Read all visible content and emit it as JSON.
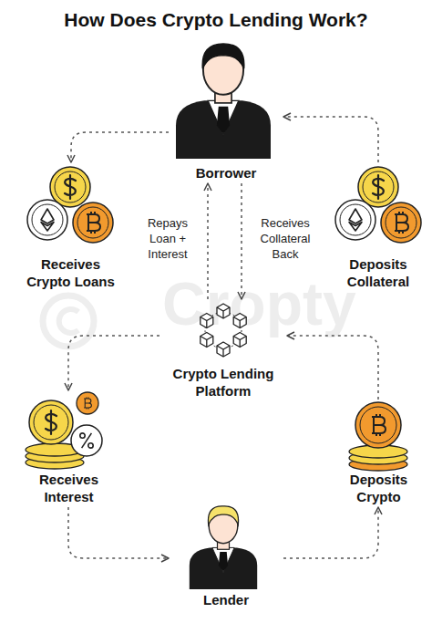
{
  "diagram": {
    "title": "How Does Crypto Lending Work?",
    "nodes": [
      {
        "text": [
          "Borrower"
        ]
      },
      {
        "text": [
          "Receives Crypto Loans"
        ]
      },
      {
        "text": [
          "Deposits Collateral"
        ]
      },
      {
        "text": [
          "Crypto Lending Platform"
        ]
      },
      {
        "text": [
          "Receives Interest"
        ]
      },
      {
        "text": [
          "Deposits Crypto"
        ]
      },
      {
        "text": [
          "Lender"
        ]
      }
    ],
    "edges": [
      {
        "from": 0,
        "to": 1,
        "arrow": "to"
      },
      {
        "from": 2,
        "to": 0,
        "arrow": "to"
      },
      {
        "from": 3,
        "to": 0,
        "label": "Repays Loan + Interest",
        "arrow": "to"
      },
      {
        "from": 0,
        "to": 3,
        "label": "Receives Collateral Back",
        "arrow": "to"
      },
      {
        "from": 3,
        "to": 4,
        "arrow": "to"
      },
      {
        "from": 4,
        "to": 6,
        "arrow": "to"
      },
      {
        "from": 6,
        "to": 5,
        "arrow": "to"
      },
      {
        "from": 5,
        "to": 3,
        "arrow": "to"
      }
    ],
    "labels": [
      "Cropty"
    ]
  }
}
